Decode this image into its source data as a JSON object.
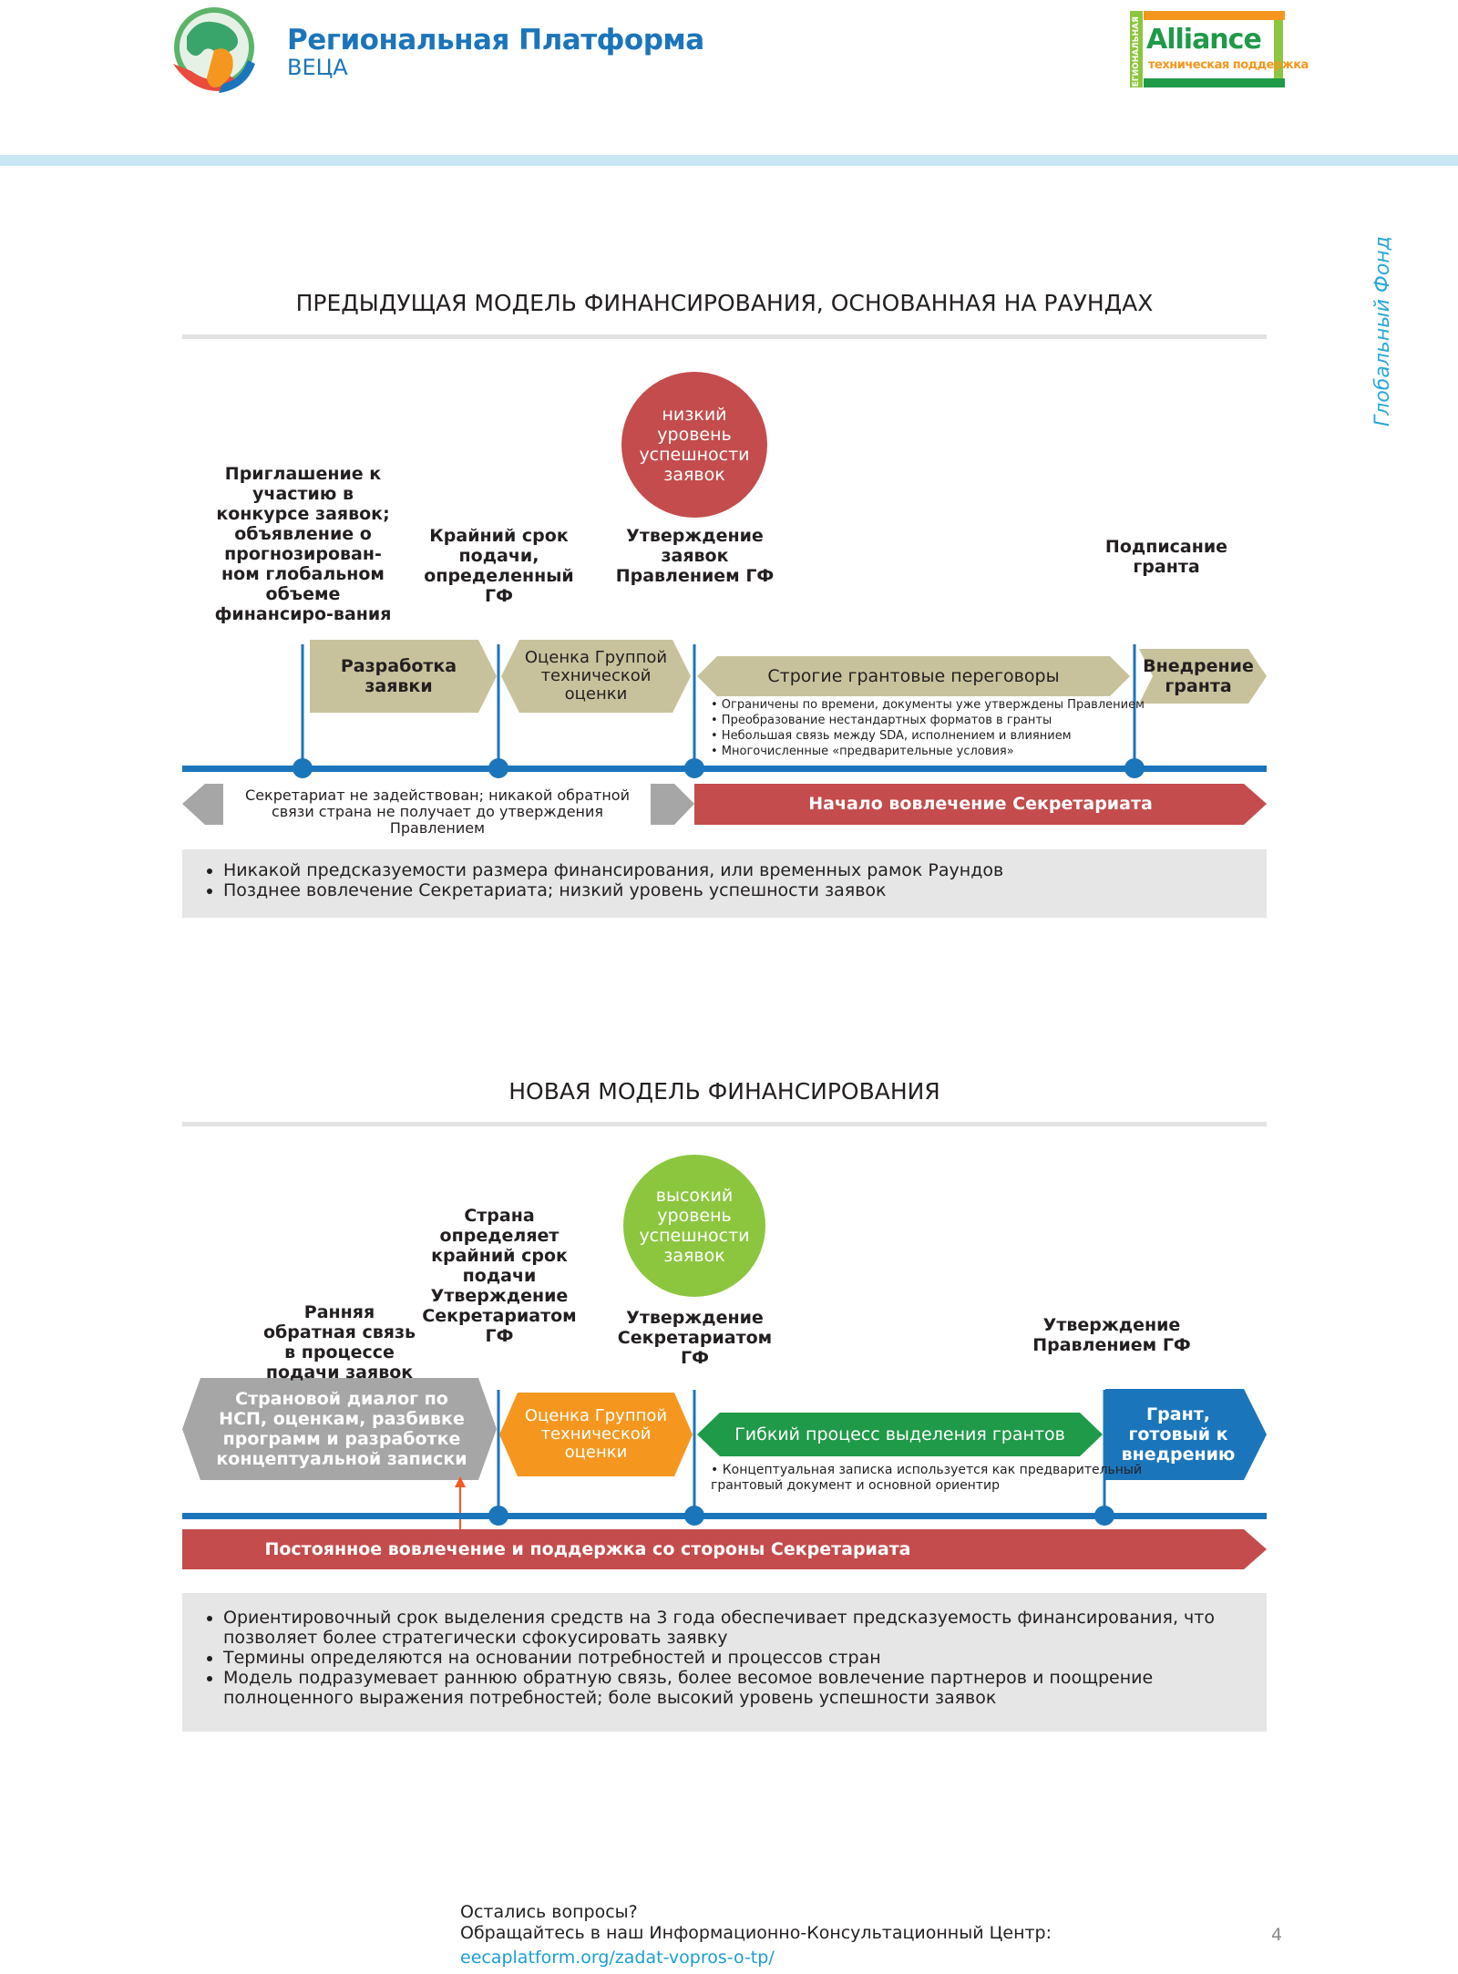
{
  "header": {
    "title": "Региональная Платформа",
    "subtitle": "ВЕЦА",
    "side_label": "Глобальный Фонд",
    "alliance_vertical": "РЕГИОНАЛЬНАЯ",
    "alliance_main": "Alliance",
    "alliance_sub": "техническая поддержка"
  },
  "colors": {
    "header_band": "#c9e6f6",
    "timeline_blue": "#1b75bb",
    "khaki": "#c8c29c",
    "red": "#c44c4c",
    "gray": "#a6a6a6",
    "orange": "#f5971e",
    "green": "#1f9a48",
    "lime": "#8cc63f",
    "side_label": "#29a8d8"
  },
  "previous": {
    "title": "ПРЕДЫДУЩАЯ МОДЕЛЬ ФИНАНСИРОВАНИЯ, ОСНОВАННАЯ НА РАУНДАХ",
    "circle": "низкий уровень успешности заявок",
    "labels": {
      "m1": "Приглашение к участию в конкурсе заявок; объявление о прогнозирован-ном глобальном объеме финансиро-вания",
      "m2": "Крайний срок подачи, определенный ГФ",
      "m3": "Утверждение заявок Правлением ГФ",
      "m4": "Подписание гранта"
    },
    "stages": {
      "s1": "Разработка заявки",
      "s2": "Оценка Группой технической оценки",
      "s3": "Строгие грантовые переговоры",
      "s4": "Внедрение гранта"
    },
    "details": [
      "• Ограничены по времени, документы уже утверждены Правлением",
      "• Преобразование нестандартных форматов в гранты",
      "• Небольшая связь между SDA, исполнением и влиянием",
      "• Многочисленные «предварительные условия»"
    ],
    "secretariat_off": "Секретариат не задействован; никакой обратной связи страна не получает до утверждения Правлением",
    "secretariat_on": "Начало вовлечение Секретариата",
    "notes": [
      "Никакой предсказуемости размера финансирования, или временных рамок Раундов",
      "Позднее вовлечение Секретариата; низкий уровень успешности заявок"
    ]
  },
  "new": {
    "title": "НОВАЯ МОДЕЛЬ ФИНАНСИРОВАНИЯ",
    "circle": "высокий уровень успешности заявок",
    "labels": {
      "m1": "Ранняя обратная связь в процессе подачи заявок",
      "m2": "Страна определяет крайний срок подачи Утверждение Секретариатом ГФ",
      "m3": "Утверждение Секретариатом ГФ",
      "m4": "Утверждение Правлением ГФ"
    },
    "stages": {
      "s1": "Страновой диалог по НСП, оценкам, разбивке программ и разработке концептуальной записки",
      "s2": "Оценка Группой технической оценки",
      "s3": "Гибкий процесс выделения грантов",
      "s4": "Грант, готовый к внедрению"
    },
    "details": [
      "• Концептуальная записка используется как предварительный",
      "грантовый документ и основной ориентир"
    ],
    "secretariat": "Постоянное вовлечение и поддержка со стороны Секретариата",
    "notes": [
      "Ориентировочный срок выделения средств на 3 года обеспечивает предсказуемость финансирования, что позволяет более стратегически сфокусировать заявку",
      "Термины определяются на основании потребностей и процессов стран",
      "Модель подразумевает раннюю обратную связь, более весомое вовлечение партнеров и поощрение полноценного выражения потребностей; боле высокий уровень успешности заявок"
    ]
  },
  "footer": {
    "line1": "Остались вопросы?",
    "line2": "Обращайтесь в наш Информационно-Консультационный Центр:",
    "link": "eecaplatform.org/zadat-vopros-o-tp/",
    "page": "4"
  }
}
